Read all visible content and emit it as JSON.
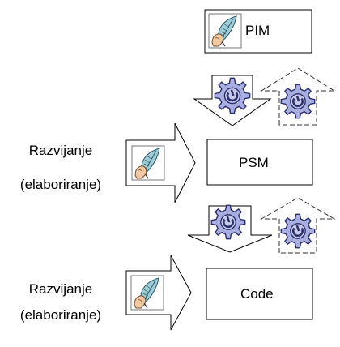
{
  "models": {
    "pim": "PIM",
    "psm": "PSM",
    "code": "Code"
  },
  "elaboration": {
    "first": {
      "line1": "Razvijanje",
      "line2": "(elaboriranje)"
    },
    "second": {
      "line1": "Razvijanje",
      "line2": "(elaboriranje)"
    }
  },
  "icons": {
    "manual": "quill-hand-icon",
    "automated": "gear-icon"
  },
  "colors": {
    "gear_fill": "#a9aee0",
    "gear_stroke": "#2c2f6e",
    "quill_fill": "#9ecdd8",
    "hand_fill": "#f0c9a3",
    "line": "#000000",
    "dashed": "#333333"
  }
}
